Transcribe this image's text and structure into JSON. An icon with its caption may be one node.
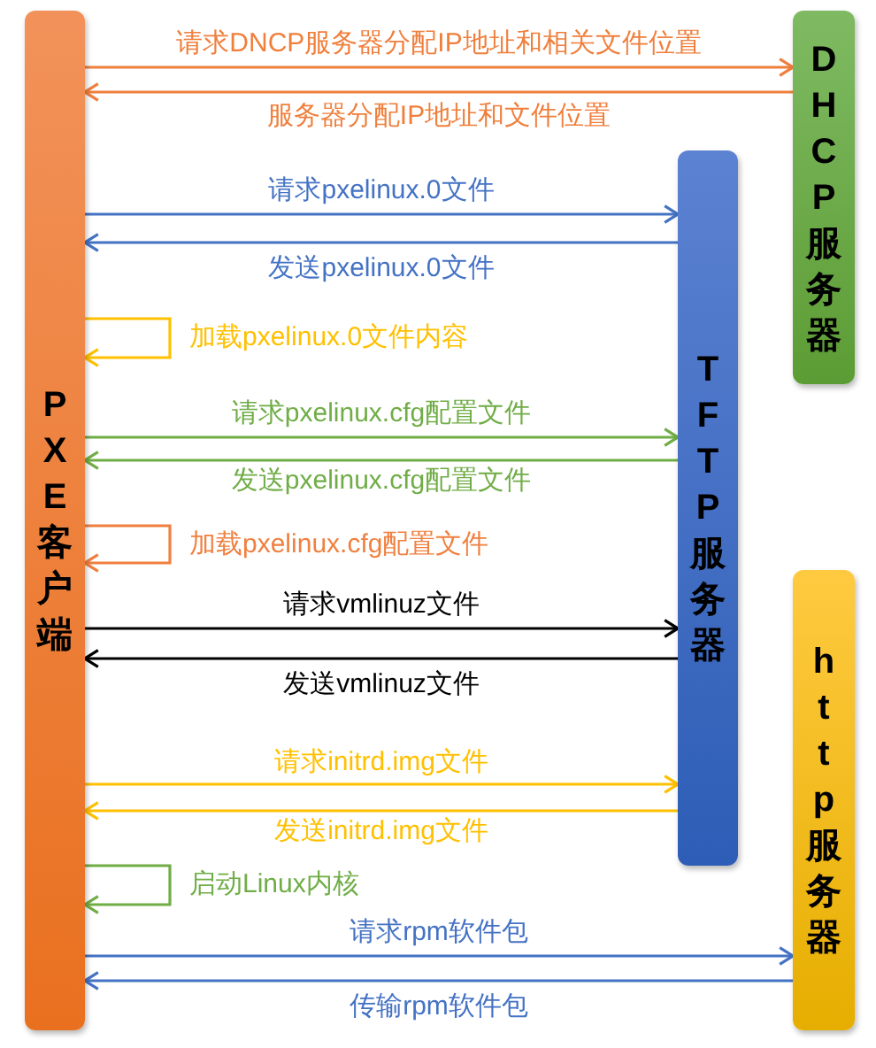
{
  "diagram": {
    "nodes": [
      {
        "text": [
          "PXE客户端"
        ]
      },
      {
        "text": [
          "DHCP服务器"
        ]
      },
      {
        "text": [
          "TFTP服务器"
        ]
      },
      {
        "text": [
          "http服务器"
        ]
      }
    ],
    "edges": [
      {
        "from": 0,
        "to": 1,
        "arrow": "to",
        "label": "请求DNCP服务器分配IP地址和相关文件位置",
        "color": "#f07f3c"
      },
      {
        "from": 1,
        "to": 0,
        "arrow": "to",
        "label": "服务器分配IP地址和文件位置",
        "color": "#f07f3c"
      },
      {
        "from": 0,
        "to": 2,
        "arrow": "to",
        "label": "请求pxelinux.0文件",
        "color": "#4472c4"
      },
      {
        "from": 2,
        "to": 0,
        "arrow": "to",
        "label": "发送pxelinux.0文件",
        "color": "#4472c4"
      },
      {
        "from": 0,
        "to": 0,
        "arrow": "to",
        "label": "加载pxelinux.0文件内容",
        "color": "#ffc000"
      },
      {
        "from": 0,
        "to": 2,
        "arrow": "to",
        "label": "请求pxelinux.cfg配置文件",
        "color": "#70ad47"
      },
      {
        "from": 2,
        "to": 0,
        "arrow": "to",
        "label": "发送pxelinux.cfg配置文件",
        "color": "#70ad47"
      },
      {
        "from": 0,
        "to": 0,
        "arrow": "to",
        "label": "加载pxelinux.cfg配置文件",
        "color": "#f08040"
      },
      {
        "from": 0,
        "to": 2,
        "arrow": "to",
        "label": "请求vmlinuz文件",
        "color": "#000000"
      },
      {
        "from": 2,
        "to": 0,
        "arrow": "to",
        "label": "发送vmlinuz文件",
        "color": "#000000"
      },
      {
        "from": 0,
        "to": 2,
        "arrow": "to",
        "label": "请求initrd.img文件",
        "color": "#ffc000"
      },
      {
        "from": 2,
        "to": 0,
        "arrow": "to",
        "label": "发送initrd.img文件",
        "color": "#ffc000"
      },
      {
        "from": 0,
        "to": 0,
        "arrow": "to",
        "label": "启动Linux内核",
        "color": "#70ad47"
      },
      {
        "from": 0,
        "to": 3,
        "arrow": "to",
        "label": "请求rpm软件包",
        "color": "#4472c4"
      },
      {
        "from": 3,
        "to": 0,
        "arrow": "to",
        "label": "传输rpm软件包",
        "color": "#4472c4"
      }
    ]
  }
}
